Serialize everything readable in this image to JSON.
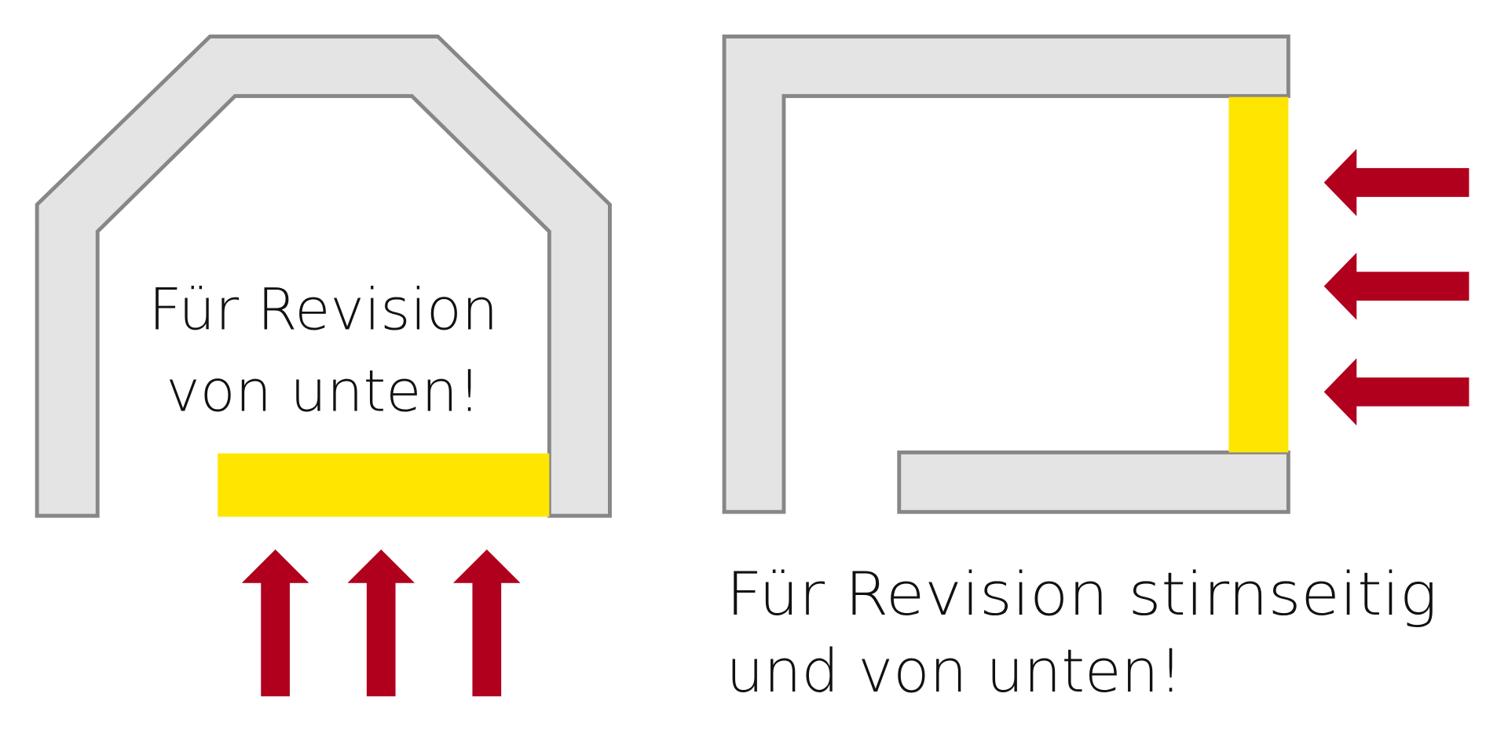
{
  "colors": {
    "frame_fill": "#e4e4e4",
    "frame_stroke": "#878787",
    "opening": "#ffe600",
    "arrow": "#b0001e",
    "text": "#111111"
  },
  "left_diagram": {
    "line1": "Für Revision",
    "line2": "von unten!",
    "arrows": 3,
    "arrow_direction": "up"
  },
  "right_diagram": {
    "line1": "Für Revision stirnseitig",
    "line2": "und von unten!",
    "arrows": 3,
    "arrow_direction": "left"
  }
}
